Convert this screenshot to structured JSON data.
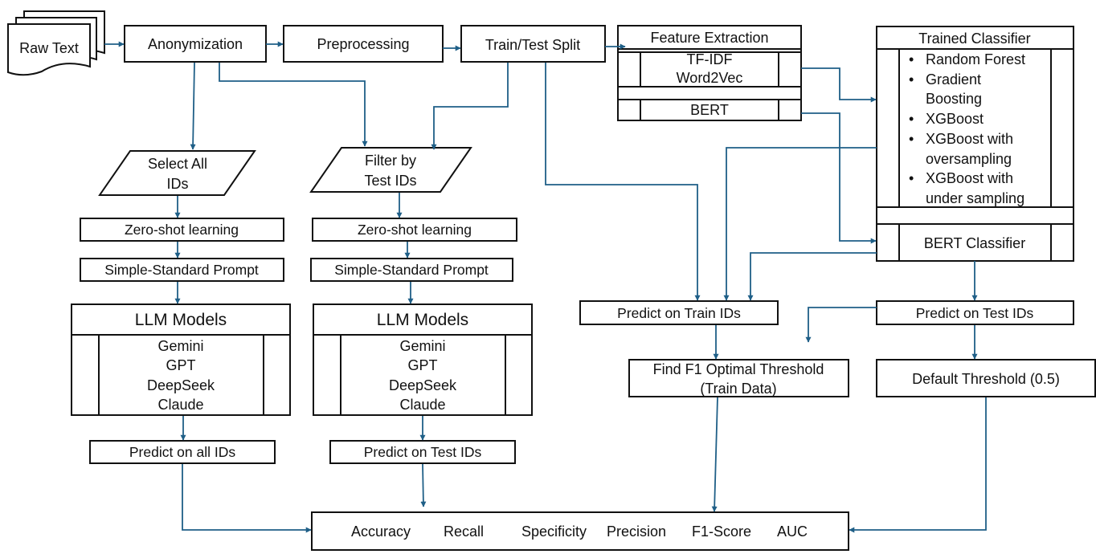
{
  "nodes": {
    "raw_text": "Raw Text",
    "anonymization": "Anonymization",
    "preprocessing": "Preprocessing",
    "split": "Train/Test Split",
    "feature_extraction": {
      "title": "Feature Extraction",
      "tfidf": "TF-IDF",
      "word2vec": "Word2Vec",
      "bert": "BERT"
    },
    "trained_classifier": {
      "title": "Trained Classifier",
      "items": [
        "Random Forest",
        "Gradient",
        "Boosting",
        "XGBoost",
        "XGBoost with",
        "oversampling",
        "XGBoost with",
        "under sampling"
      ]
    },
    "bert_classifier": "BERT Classifier",
    "select_all": [
      "Select All",
      "IDs"
    ],
    "filter_test": [
      "Filter by",
      "Test IDs"
    ],
    "zero_shot_left": "Zero-shot learning",
    "zero_shot_right": "Zero-shot learning",
    "prompt_left": "Simple-Standard Prompt",
    "prompt_right": "Simple-Standard Prompt",
    "llm_left": {
      "title": "LLM Models",
      "models": [
        "Gemini",
        "GPT",
        "DeepSeek",
        "Claude"
      ]
    },
    "llm_right": {
      "title": "LLM Models",
      "models": [
        "Gemini",
        "GPT",
        "DeepSeek",
        "Claude"
      ]
    },
    "predict_all": "Predict on all IDs",
    "predict_test_llm": "Predict on Test IDs",
    "predict_train": "Predict on Train IDs",
    "predict_test_ml": "Predict on Test IDs",
    "f1_threshold": [
      "Find F1 Optimal Threshold",
      "(Train Data)"
    ],
    "default_threshold": "Default Threshold (0.5)",
    "metrics": [
      "Accuracy",
      "Recall",
      "Specificity",
      "Precision",
      "F1-Score",
      "AUC"
    ]
  },
  "colors": {
    "arrow": "#1f5f87",
    "border": "#111111"
  }
}
